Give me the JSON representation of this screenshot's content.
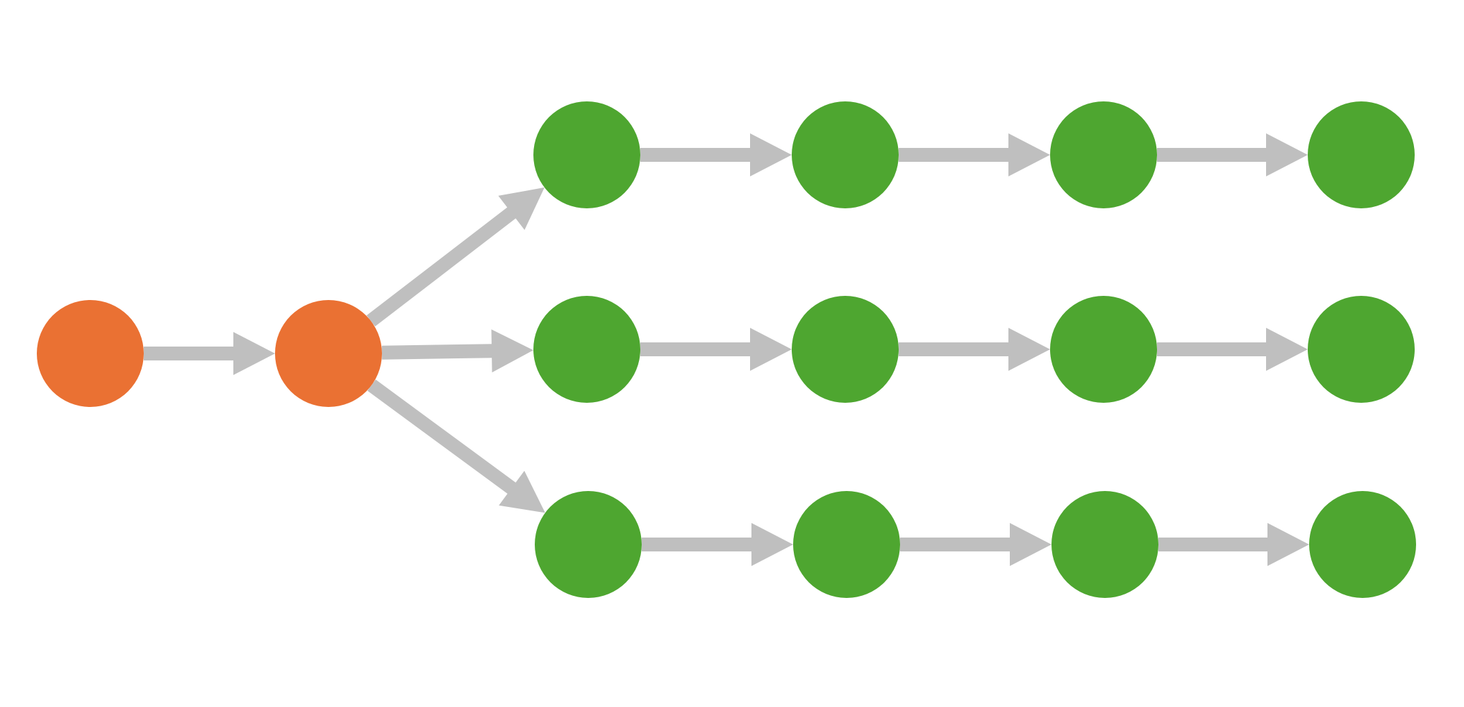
{
  "colors": {
    "background": "#ffffff",
    "root_node": "#ea7133",
    "leaf_node": "#4ea630",
    "edge": "#bfbfbf"
  },
  "nodes": [
    {
      "id": "n0",
      "kind": "root"
    },
    {
      "id": "n1",
      "kind": "root"
    },
    {
      "id": "a1",
      "kind": "leaf"
    },
    {
      "id": "a2",
      "kind": "leaf"
    },
    {
      "id": "a3",
      "kind": "leaf"
    },
    {
      "id": "a4",
      "kind": "leaf"
    },
    {
      "id": "b1",
      "kind": "leaf"
    },
    {
      "id": "b2",
      "kind": "leaf"
    },
    {
      "id": "b3",
      "kind": "leaf"
    },
    {
      "id": "b4",
      "kind": "leaf"
    },
    {
      "id": "c1",
      "kind": "leaf"
    },
    {
      "id": "c2",
      "kind": "leaf"
    },
    {
      "id": "c3",
      "kind": "leaf"
    },
    {
      "id": "c4",
      "kind": "leaf"
    }
  ],
  "edges": [
    {
      "from": "n0",
      "to": "n1"
    },
    {
      "from": "n1",
      "to": "a1"
    },
    {
      "from": "n1",
      "to": "b1"
    },
    {
      "from": "n1",
      "to": "c1"
    },
    {
      "from": "a1",
      "to": "a2"
    },
    {
      "from": "a2",
      "to": "a3"
    },
    {
      "from": "a3",
      "to": "a4"
    },
    {
      "from": "b1",
      "to": "b2"
    },
    {
      "from": "b2",
      "to": "b3"
    },
    {
      "from": "b3",
      "to": "b4"
    },
    {
      "from": "c1",
      "to": "c2"
    },
    {
      "from": "c2",
      "to": "c3"
    },
    {
      "from": "c3",
      "to": "c4"
    }
  ]
}
